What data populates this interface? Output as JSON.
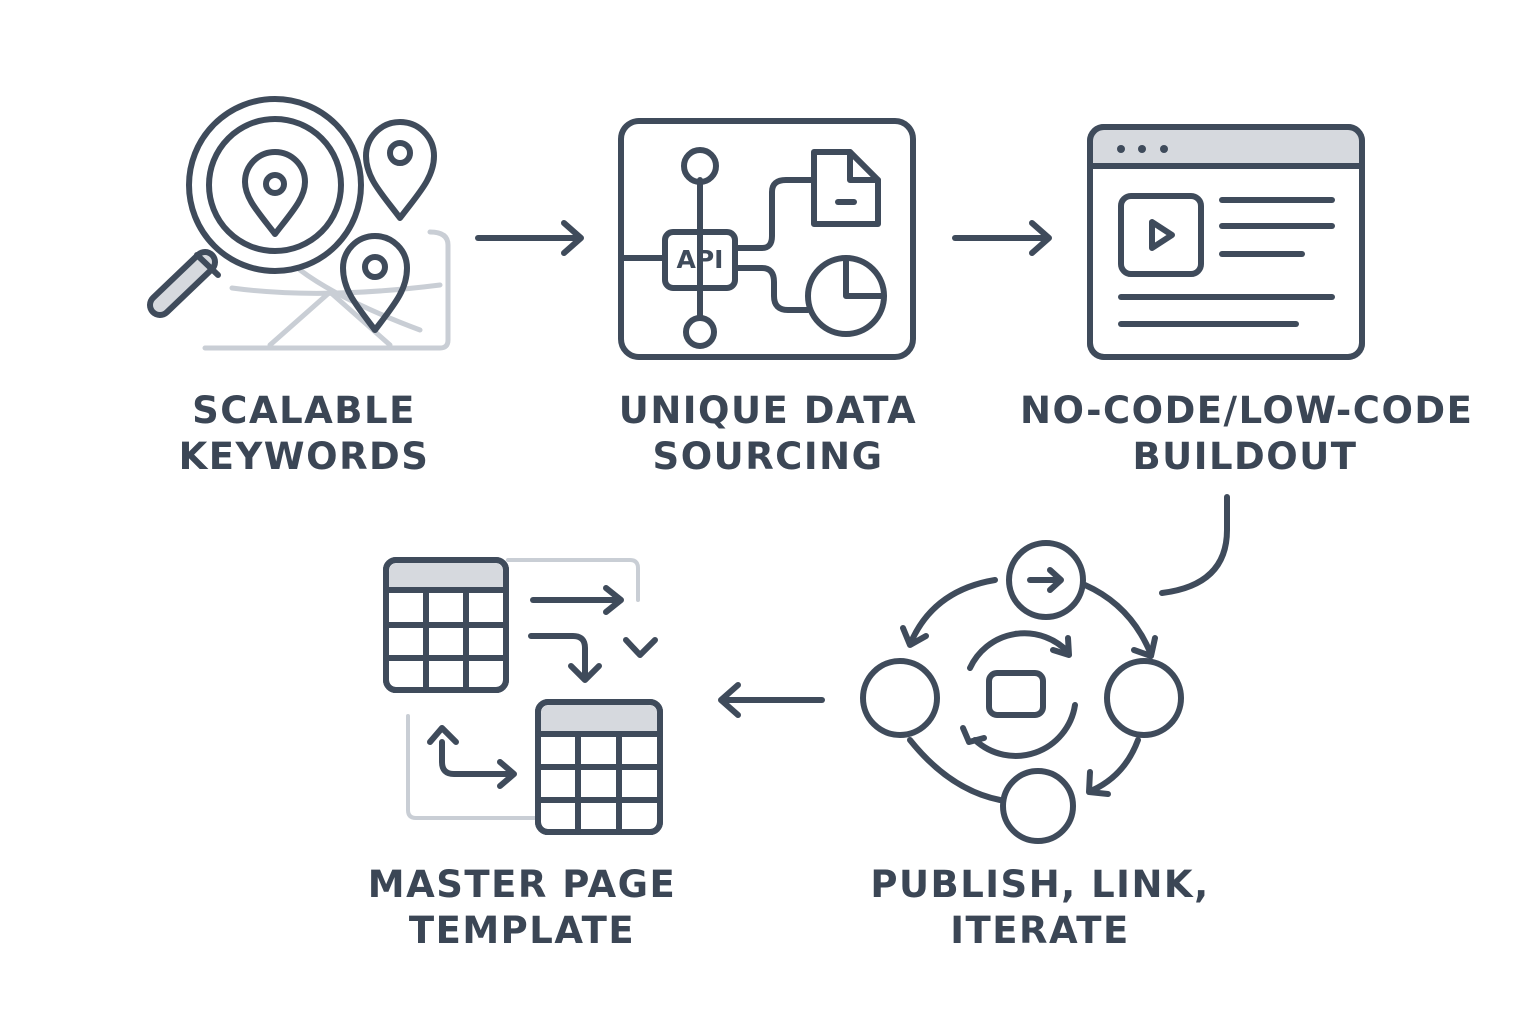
{
  "colors": {
    "stroke": "#3f4b5b",
    "light_stroke": "#c9ced5",
    "fill_light": "#eceef1",
    "fill_mid": "#d6d9de",
    "text": "#3b4655",
    "background": "#ffffff"
  },
  "steps": [
    {
      "line1": "SCALABLE",
      "line2": "KEYWORDS",
      "icon": "magnifier-map-pins-icon"
    },
    {
      "line1": "UNIQUE DATA",
      "line2": "SOURCING",
      "icon": "api-data-icon",
      "api_label": "API"
    },
    {
      "line1": "NO-CODE/LOW-CODE",
      "line2": "BUILDOUT",
      "icon": "browser-window-icon"
    },
    {
      "line1": "PUBLISH, LINK,",
      "line2": "ITERATE",
      "icon": "publish-cycle-icon"
    },
    {
      "line1": "MASTER PAGE",
      "line2": "TEMPLATE",
      "icon": "template-tables-icon"
    }
  ]
}
